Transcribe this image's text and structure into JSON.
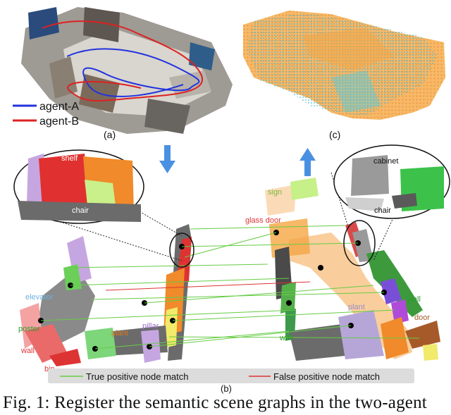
{
  "panel_labels": {
    "a": "(a)",
    "b": "(b)",
    "c": "(c)"
  },
  "legend_a": {
    "agent_a": "agent-A",
    "agent_b": "agent-B"
  },
  "zoom_left": {
    "shelf": "shelf",
    "chair": "chair"
  },
  "zoom_right": {
    "cabinet": "cabinet",
    "chair": "chair"
  },
  "left_labels": {
    "elevator": "elevator",
    "poster": "poster",
    "wall": "wall",
    "bin": "bin",
    "plant": "plant",
    "pillar": "pillar"
  },
  "right_labels": {
    "sign": "sign",
    "glass_door": "glass door",
    "wall_top": "wall",
    "door": "door",
    "plant": "plant",
    "wall_bottom": "wall"
  },
  "legend_b": {
    "true_match": "True positive node match",
    "false_match": "False positive node match"
  },
  "colors": {
    "agent_a": "#2233dd",
    "agent_b": "#dd2222",
    "true_match": "#66cc44",
    "false_match": "#dd3333",
    "arrow": "#4a90e2",
    "cloud_orange": "#f4a64a",
    "cloud_cyan": "#5fc9d8"
  },
  "caption": "Fig. 1: Register the semantic scene graphs in the two-agent"
}
